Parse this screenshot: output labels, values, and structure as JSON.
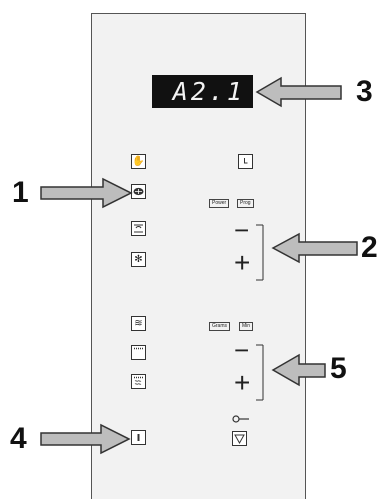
{
  "display": {
    "value": "A2.1"
  },
  "callouts": [
    "1",
    "2",
    "3",
    "4",
    "5"
  ],
  "keys": {
    "power": "Power",
    "prog": "Prog",
    "grams": "Grams",
    "min": "Min"
  },
  "buttons": {
    "minus": "−",
    "plus": "+"
  },
  "left_icons": [
    "hand-touch-icon",
    "microwave-icon",
    "combi-grill-icon",
    "defrost-icon",
    "grill-icon",
    "top-heat-icon",
    "combi-heat-icon",
    "start-stop-icon"
  ],
  "right_icons": [
    "clock-icon",
    "key-lock-icon",
    "door-open-icon"
  ]
}
